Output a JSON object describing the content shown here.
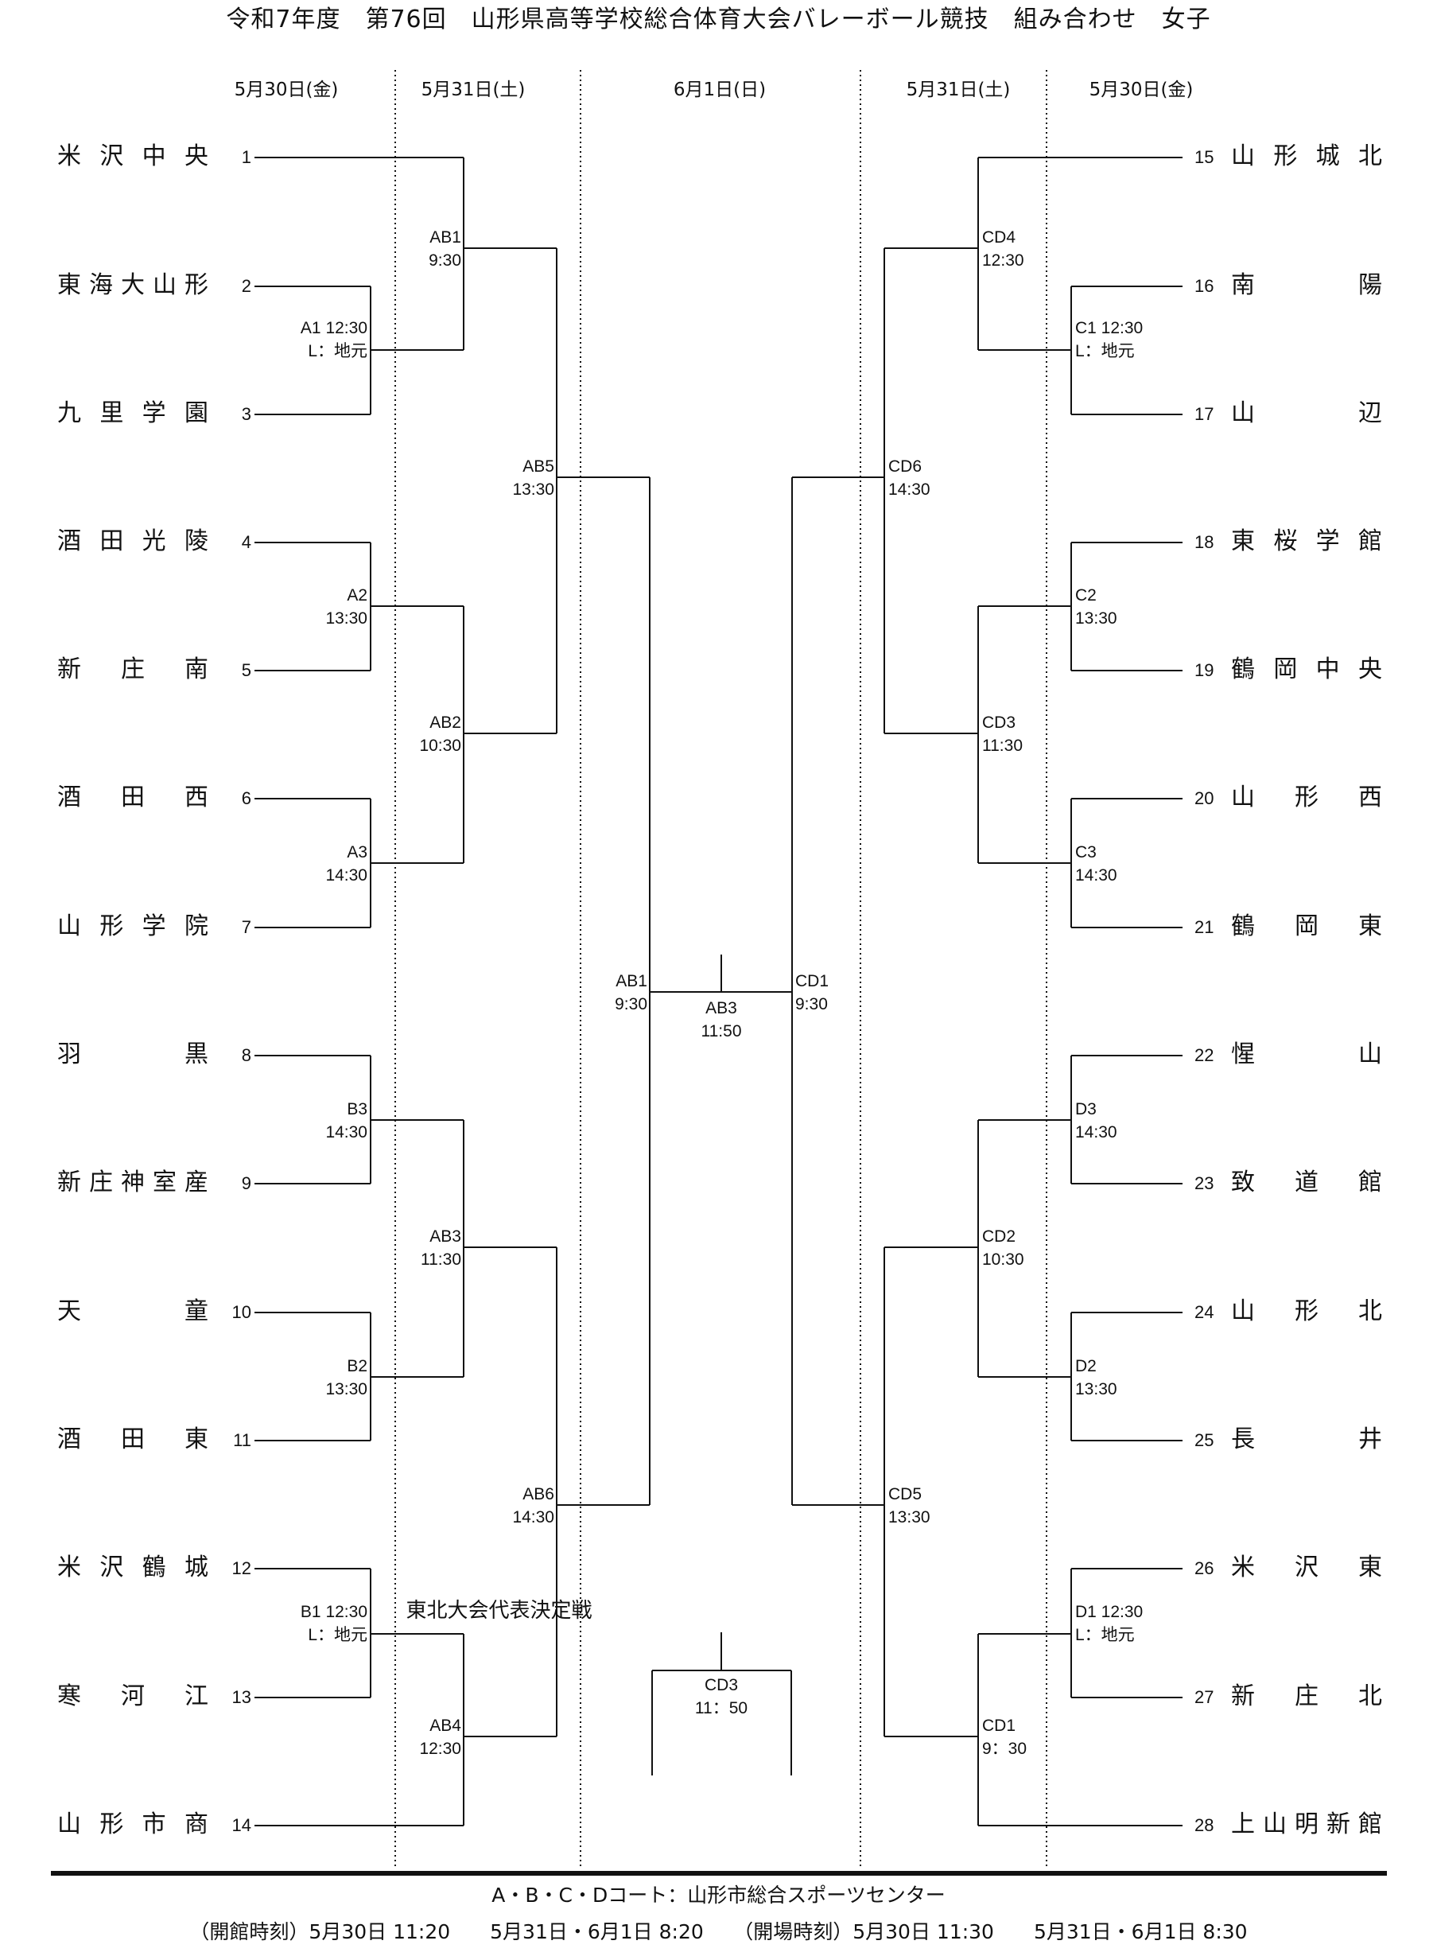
{
  "title": "令和7年度　第76回　山形県高等学校総合体育大会バレーボール競技　組み合わせ　女子",
  "days": [
    "5月30日(金)",
    "5月31日(土)",
    "6月1日(日)",
    "5月31日(土)",
    "5月30日(金)"
  ],
  "left_teams": [
    {
      "no": "1",
      "name": "米沢中央"
    },
    {
      "no": "2",
      "name": "東海大山形"
    },
    {
      "no": "3",
      "name": "九里学園"
    },
    {
      "no": "4",
      "name": "酒田光陵"
    },
    {
      "no": "5",
      "name": "新庄南"
    },
    {
      "no": "6",
      "name": "酒田西"
    },
    {
      "no": "7",
      "name": "山形学院"
    },
    {
      "no": "8",
      "name": "羽黒"
    },
    {
      "no": "9",
      "name": "新庄神室産"
    },
    {
      "no": "10",
      "name": "天童"
    },
    {
      "no": "11",
      "name": "酒田東"
    },
    {
      "no": "12",
      "name": "米沢鶴城"
    },
    {
      "no": "13",
      "name": "寒河江"
    },
    {
      "no": "14",
      "name": "山形市商"
    }
  ],
  "right_teams": [
    {
      "no": "15",
      "name": "山形城北"
    },
    {
      "no": "16",
      "name": "南陽"
    },
    {
      "no": "17",
      "name": "山辺"
    },
    {
      "no": "18",
      "name": "東桜学館"
    },
    {
      "no": "19",
      "name": "鶴岡中央"
    },
    {
      "no": "20",
      "name": "山形西"
    },
    {
      "no": "21",
      "name": "鶴岡東"
    },
    {
      "no": "22",
      "name": "惺山"
    },
    {
      "no": "23",
      "name": "致道館"
    },
    {
      "no": "24",
      "name": "山形北"
    },
    {
      "no": "25",
      "name": "長井"
    },
    {
      "no": "26",
      "name": "米沢東"
    },
    {
      "no": "27",
      "name": "新庄北"
    },
    {
      "no": "28",
      "name": "上山明新館"
    }
  ],
  "matches_left": {
    "A1": [
      "A1 12:30",
      "L：地元"
    ],
    "A2": [
      "A2",
      "13:30"
    ],
    "A3": [
      "A3",
      "14:30"
    ],
    "B3": [
      "B3",
      "14:30"
    ],
    "B2": [
      "B2",
      "13:30"
    ],
    "B1": [
      "B1 12:30",
      "L：地元"
    ],
    "AB1": [
      "AB1",
      "9:30"
    ],
    "AB2": [
      "AB2",
      "10:30"
    ],
    "AB3": [
      "AB3",
      "11:30"
    ],
    "AB4": [
      "AB4",
      "12:30"
    ],
    "AB5": [
      "AB5",
      "13:30"
    ],
    "AB6": [
      "AB6",
      "14:30"
    ],
    "SF": [
      "AB1",
      "9:30"
    ]
  },
  "matches_right": {
    "C1": [
      "C1 12:30",
      "L：地元"
    ],
    "C2": [
      "C2",
      "13:30"
    ],
    "C3": [
      "C3",
      "14:30"
    ],
    "D3": [
      "D3",
      "14:30"
    ],
    "D2": [
      "D2",
      "13:30"
    ],
    "D1": [
      "D1 12:30",
      "L：地元"
    ],
    "CD4": [
      "CD4",
      "12:30"
    ],
    "CD3": [
      "CD3",
      "11:30"
    ],
    "CD2": [
      "CD2",
      "10:30"
    ],
    "CD1": [
      "CD1",
      "9：30"
    ],
    "CD6": [
      "CD6",
      "14:30"
    ],
    "CD5": [
      "CD5",
      "13:30"
    ],
    "SF": [
      "CD1",
      "9:30"
    ]
  },
  "final": [
    "AB3",
    "11:50"
  ],
  "tohoku": {
    "title": "東北大会代表決定戦",
    "match": [
      "CD3",
      "11：50"
    ]
  },
  "footer": {
    "venue": "A・B・C・Dコート：山形市総合スポーツセンター",
    "opening": "（開館時刻）5月30日 11:20　　5月31日・6月1日 8:20　　（開場時刻）5月30日 11:30　　5月31日・6月1日 8:30"
  }
}
